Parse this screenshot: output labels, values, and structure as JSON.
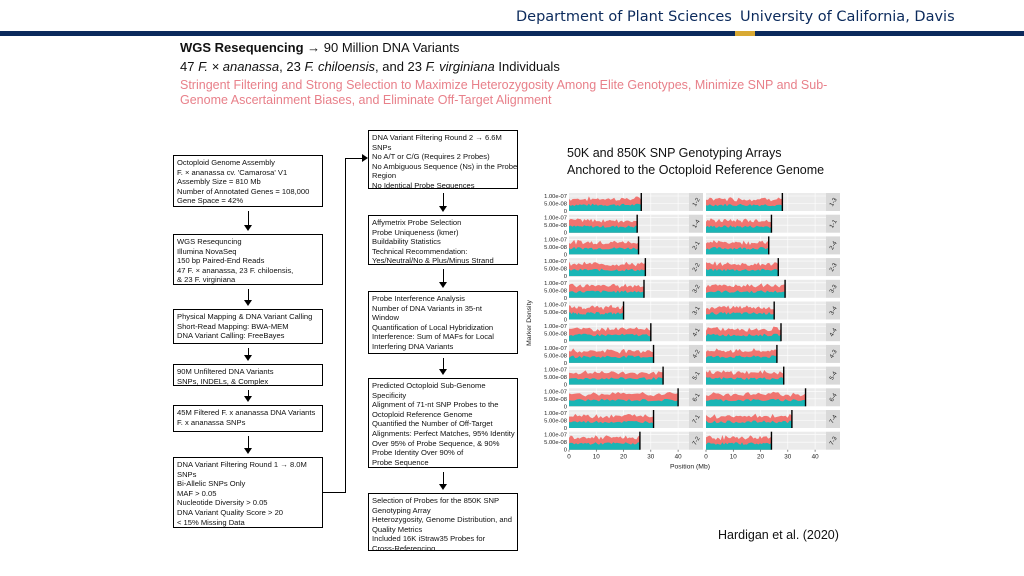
{
  "header": {
    "left": "Department of Plant Sciences",
    "right": "University of California, Davis",
    "navy": "#0b2a5c",
    "gold": "#d8a933"
  },
  "title": {
    "line1_bold": "WGS Resequencing",
    "line1_rest": " → 90 Million DNA Variants",
    "line2_parts": [
      {
        "t": "47 ",
        "i": false
      },
      {
        "t": "F. × ananassa",
        "i": true
      },
      {
        "t": ", 23 ",
        "i": false
      },
      {
        "t": "F. chiloensis",
        "i": true
      },
      {
        "t": ", and 23 ",
        "i": false
      },
      {
        "t": "F. virginiana",
        "i": true
      },
      {
        "t": " Individuals",
        "i": false
      }
    ],
    "line3": "Stringent Filtering and Strong Selection to Maximize Heterozygosity Among Elite Genotypes, Minimize SNP and Sub-Genome Ascertainment Biases, and Eliminate Off-Target Alignment",
    "line3_color": "#e8808a"
  },
  "left_boxes": [
    {
      "lines": [
        "Octoploid Genome Assembly",
        "F. × ananassa cv. 'Camarosa' V1",
        "Assembly Size = 810 Mb",
        "Number of Annotated Genes = 108,000",
        "Gene Space = 42%"
      ]
    },
    {
      "lines": [
        "WGS Resequncing",
        "Illumina NovaSeq",
        "150 bp Paired-End Reads",
        "47 F. × ananassa, 23 F. chiloensis,",
        "& 23 F. virginiana"
      ]
    },
    {
      "lines": [
        "Physical Mapping & DNA Variant Calling",
        "Short-Read Mapping:  BWA-MEM",
        "DNA Variant Calling:  FreeBayes"
      ]
    },
    {
      "lines": [
        "90M Unfiltered DNA Variants",
        "SNPs, INDELs, & Complex"
      ]
    },
    {
      "lines": [
        "45M Filtered F. x ananassa DNA Variants",
        "F. x ananassa SNPs"
      ]
    },
    {
      "lines": [
        "DNA Variant Filtering Round 1 → 8.0M",
        "SNPs",
        "Bi-Allelic SNPs Only",
        "MAF > 0.05",
        "Nucleotide Diversity > 0.05",
        "DNA Variant Quality Score > 20",
        "< 15% Missing Data"
      ]
    }
  ],
  "right_boxes": [
    {
      "lines": [
        "DNA Variant Filtering Round 2 → 6.6M",
        "SNPs",
        "No A/T or C/G (Requires 2 Probes)",
        "No Ambiguous Sequence (Ns) in the Probe",
        "Region",
        "No Identical Probe Sequences"
      ]
    },
    {
      "lines": [
        "Affymetrix Probe Selection",
        "Probe Uniqueness (kmer)",
        "Buildability Statistics",
        "Technical Recommendation:",
        "Yes/Neutral/No & Plus/Minus Strand"
      ]
    },
    {
      "lines": [
        "Probe Interference Analysis",
        "Number of DNA Variants in 35-nt",
        "Window",
        "Quantification of Local Hybridization",
        "Interference:  Sum of MAFs for Local",
        "Interfering DNA Variants"
      ]
    },
    {
      "lines": [
        "Predicted Octoploid Sub-Genome",
        "Specificity",
        "Alignment of 71-nt SNP Probes to the",
        "Octoploid Reference Genome",
        "Quantified the Number of Off-Target",
        "Alignments:  Perfect Matches, 95% Identity",
        "Over 95% of Probe Sequence, & 90%",
        "Probe Identity Over 90% of",
        "Probe Sequence"
      ]
    },
    {
      "lines": [
        "Selection of Probes for the 850K SNP",
        "Genotyping Array",
        "Heterozygosity, Genome Distribution, and",
        "Quality Metrics",
        "Included 16K iStraw35 Probes for",
        "Cross-Referencing"
      ]
    }
  ],
  "plot_title": [
    "50K and 850K SNP Genotyping Arrays",
    "Anchored to the Octoploid Reference Genome"
  ],
  "citation": "Hardigan et al. (2020)",
  "chart_data": {
    "type": "area",
    "ylabel": "Marker Density",
    "xlabel": "Position (Mb)",
    "x_ticks": [
      0,
      10,
      20,
      30,
      40
    ],
    "xlim": [
      0,
      44
    ],
    "y_ticks": [
      "1.00e-07",
      "5.00e-08",
      "0"
    ],
    "ylim": [
      0,
      1.2e-07
    ],
    "series_colors": {
      "850K": "#f07470",
      "50K": "#1ab5b5"
    },
    "panels": [
      {
        "label": "1-2",
        "col": 0,
        "row": 0,
        "len": 26.5
      },
      {
        "label": "1-3",
        "col": 1,
        "row": 0,
        "len": 28.0
      },
      {
        "label": "1-4",
        "col": 0,
        "row": 1,
        "len": 25.0
      },
      {
        "label": "1-1",
        "col": 1,
        "row": 1,
        "len": 24.0
      },
      {
        "label": "2-1",
        "col": 0,
        "row": 2,
        "len": 25.5
      },
      {
        "label": "2-4",
        "col": 1,
        "row": 2,
        "len": 23.0
      },
      {
        "label": "2-2",
        "col": 0,
        "row": 3,
        "len": 28.0
      },
      {
        "label": "2-3",
        "col": 1,
        "row": 3,
        "len": 26.5
      },
      {
        "label": "3-2",
        "col": 0,
        "row": 4,
        "len": 27.5
      },
      {
        "label": "3-3",
        "col": 1,
        "row": 4,
        "len": 29.0
      },
      {
        "label": "3-1",
        "col": 0,
        "row": 5,
        "len": 20.0
      },
      {
        "label": "3-4",
        "col": 1,
        "row": 5,
        "len": 25.0
      },
      {
        "label": "4-1",
        "col": 0,
        "row": 6,
        "len": 30.0
      },
      {
        "label": "4-4",
        "col": 1,
        "row": 6,
        "len": 27.5
      },
      {
        "label": "4-2",
        "col": 0,
        "row": 7,
        "len": 31.0
      },
      {
        "label": "4-3",
        "col": 1,
        "row": 7,
        "len": 26.0
      },
      {
        "label": "5-1",
        "col": 0,
        "row": 8,
        "len": 34.5
      },
      {
        "label": "5-4",
        "col": 1,
        "row": 8,
        "len": 28.5
      },
      {
        "label": "6-1",
        "col": 0,
        "row": 9,
        "len": 40.0
      },
      {
        "label": "6-4",
        "col": 1,
        "row": 9,
        "len": 36.5
      },
      {
        "label": "7-1",
        "col": 0,
        "row": 10,
        "len": 31.0
      },
      {
        "label": "7-4",
        "col": 1,
        "row": 10,
        "len": 31.5
      },
      {
        "label": "7-2",
        "col": 0,
        "row": 11,
        "len": 26.0
      },
      {
        "label": "7-3",
        "col": 1,
        "row": 11,
        "len": 24.0
      }
    ]
  }
}
